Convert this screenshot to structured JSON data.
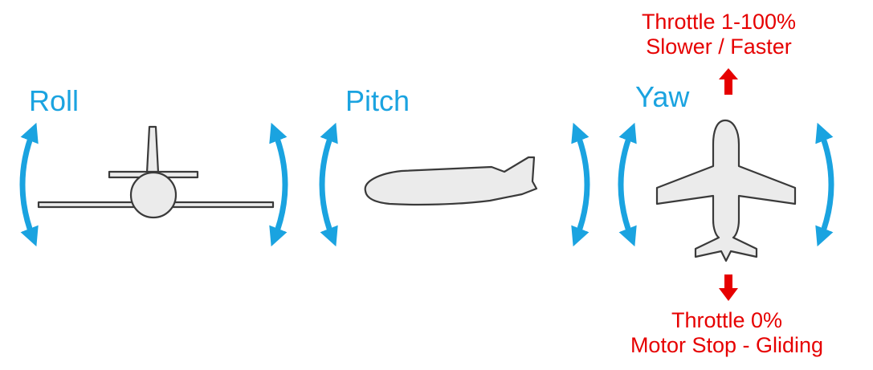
{
  "colors": {
    "axis_blue": "#1aa3e0",
    "throttle_red": "#e60000",
    "plane_fill": "#ebebeb",
    "plane_stroke": "#3a3a3a"
  },
  "axes": {
    "roll": {
      "label": "Roll",
      "icon": "rotation-arrow-icon"
    },
    "pitch": {
      "label": "Pitch",
      "icon": "rotation-arrow-icon"
    },
    "yaw": {
      "label": "Yaw",
      "icon": "rotation-arrow-icon"
    }
  },
  "throttle": {
    "up": {
      "line1": "Throttle 1-100%",
      "line2": "Slower / Faster",
      "icon": "arrow-up-icon"
    },
    "down": {
      "line1": "Throttle 0%",
      "line2": "Motor Stop - Gliding",
      "icon": "arrow-down-icon"
    }
  },
  "planes": {
    "front": "airplane-front-view-icon",
    "side": "airplane-side-view-icon",
    "top": "airplane-top-view-icon"
  }
}
